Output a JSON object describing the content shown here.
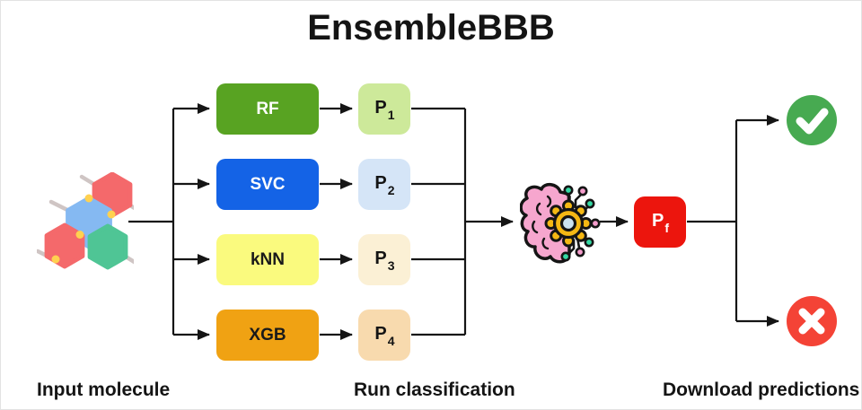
{
  "title": "EnsembleBBB",
  "stage_labels": {
    "input": "Input molecule",
    "classify": "Run classification",
    "output": "Download predictions"
  },
  "input": {
    "icon": "molecule-icon"
  },
  "classifiers": [
    {
      "name": "RF",
      "box_color": "#58A322",
      "label_color": "#FFFFFF",
      "output": {
        "base": "P",
        "sub": "1",
        "box_color": "#CDE99A"
      }
    },
    {
      "name": "SVC",
      "box_color": "#1463E6",
      "label_color": "#FFFFFF",
      "output": {
        "base": "P",
        "sub": "2",
        "box_color": "#D5E5F7"
      }
    },
    {
      "name": "kNN",
      "box_color": "#FAFA7E",
      "label_color": "#1A1A1A",
      "output": {
        "base": "P",
        "sub": "3",
        "box_color": "#FBF0D5"
      }
    },
    {
      "name": "XGB",
      "box_color": "#F0A213",
      "label_color": "#1A1A1A",
      "output": {
        "base": "P",
        "sub": "4",
        "box_color": "#F8DAAE"
      }
    }
  ],
  "ensemble": {
    "icon": "brain-circuit-icon"
  },
  "final_output": {
    "base": "P",
    "sub": "f",
    "box_color": "#EC150D",
    "label_color": "#FFFFFF"
  },
  "predictions": [
    {
      "name": "positive",
      "icon": "check-icon",
      "color": "#47AA51"
    },
    {
      "name": "negative",
      "icon": "cross-icon",
      "color": "#F44336"
    }
  ],
  "line_color": "#151515"
}
